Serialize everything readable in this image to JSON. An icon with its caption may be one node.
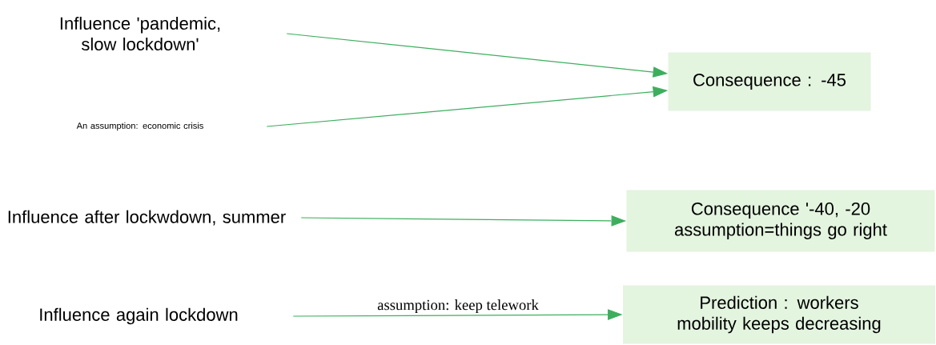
{
  "diagram": {
    "nodes": [
      {
        "text": [
          "Influence 'pandemic, slow lockdown'"
        ]
      },
      {
        "text": [
          "An assumption: economic crisis"
        ]
      },
      {
        "text": [
          "Consequence : -45"
        ]
      },
      {
        "text": [
          "Influence after lockwdown, summer"
        ]
      },
      {
        "text": [
          "Consequence '-40, -20 assumption=things go right"
        ]
      },
      {
        "text": [
          "Influence again lockdown"
        ]
      },
      {
        "text": [
          "Prediction : workers mobility keeps decreasing"
        ]
      }
    ],
    "edges": [
      {
        "from": 0,
        "to": 2,
        "arrow": "to"
      },
      {
        "from": 1,
        "to": 2,
        "arrow": "to"
      },
      {
        "from": 3,
        "to": 4,
        "arrow": "to"
      },
      {
        "from": 5,
        "to": 6,
        "label": "assumption: keep telework",
        "arrow": "to"
      }
    ]
  }
}
